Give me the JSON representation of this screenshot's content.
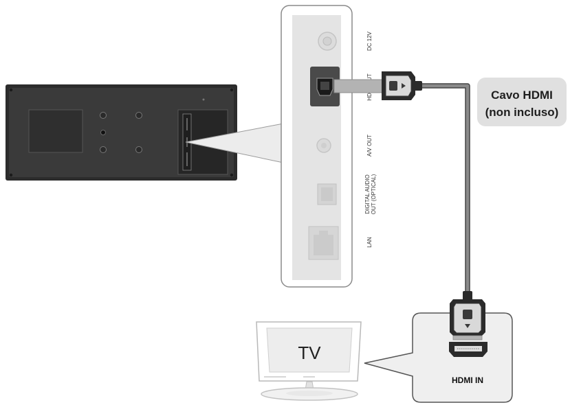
{
  "labels": {
    "port_dc": "DC 12V",
    "port_hdmi_out": "HDMI OUT",
    "port_av_out": "A/V OUT",
    "port_digital_line1": "DIGITAL AUDIO",
    "port_digital_line2": "OUT (OPTICAL)",
    "port_lan": "LAN",
    "cable_line1": "Cavo HDMI",
    "cable_line2": "(non incluso)",
    "tv": "TV",
    "hdmi_in": "HDMI IN"
  },
  "colors": {
    "device_body": "#3a3a3a",
    "zoom_panel_fill": "#e4e4e4",
    "port_box": "#4a4a4a",
    "cable": "#8a8a8a",
    "callout_fill": "#e0e0e0",
    "screen_fill": "#ededed"
  }
}
